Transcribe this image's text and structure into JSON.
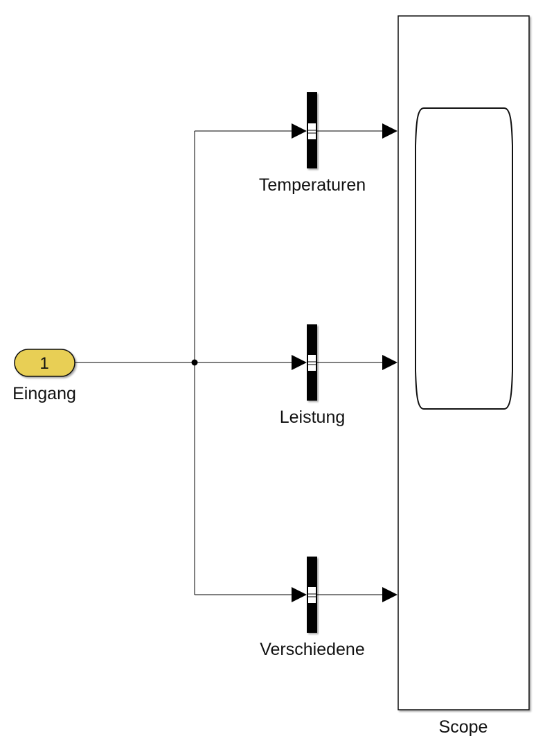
{
  "diagram": {
    "type": "simulink-block-diagram",
    "inport": {
      "number": "1",
      "label": "Eingang",
      "color": "#e8cf55"
    },
    "selectors": [
      {
        "label": "Temperaturen"
      },
      {
        "label": "Leistung"
      },
      {
        "label": "Verschiedene"
      }
    ],
    "scope": {
      "label": "Scope",
      "inputs": 3
    },
    "colors": {
      "line": "#000000",
      "block_border": "#000000",
      "background": "#ffffff"
    }
  }
}
